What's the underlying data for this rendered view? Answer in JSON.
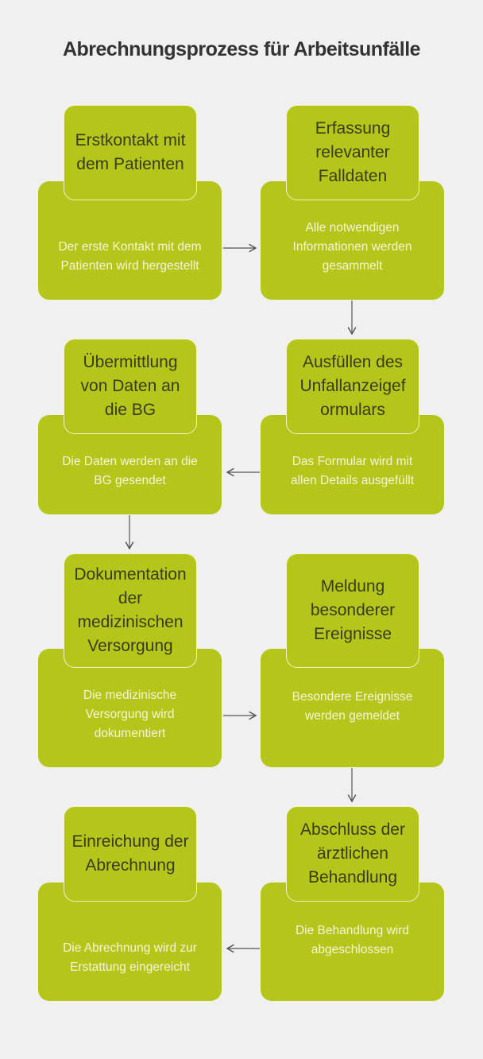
{
  "title": "Abrechnungsprozess für Arbeitsunfälle",
  "steps": [
    {
      "title": "Erstkontakt mit dem Patienten",
      "description": "Der erste Kontakt mit dem Patienten wird hergestellt"
    },
    {
      "title": "Erfassung relevanter Falldaten",
      "description": "Alle notwendigen Informationen werden gesammelt"
    },
    {
      "title": "Ausfüllen des Unfallanzeigef ormulars",
      "description": "Das Formular wird mit allen Details ausgefüllt"
    },
    {
      "title": "Übermittlung von Daten an die BG",
      "description": "Die Daten werden an die BG gesendet"
    },
    {
      "title": "Dokumentation der medizinischen Versorgung",
      "description": "Die medizinische Versorgung wird dokumentiert"
    },
    {
      "title": "Meldung besonderer Ereignisse",
      "description": "Besondere Ereignisse werden gemeldet"
    },
    {
      "title": "Abschluss der ärztlichen Behandlung",
      "description": "Die Behandlung wird abgeschlossen"
    },
    {
      "title": "Einreichung der Abrechnung",
      "description": "Die Abrechnung wird zur Erstattung eingereicht"
    }
  ],
  "colors": {
    "box": "#b5c61a",
    "title_text": "#3a3a1c",
    "desc_text": "#f6f3d6"
  }
}
